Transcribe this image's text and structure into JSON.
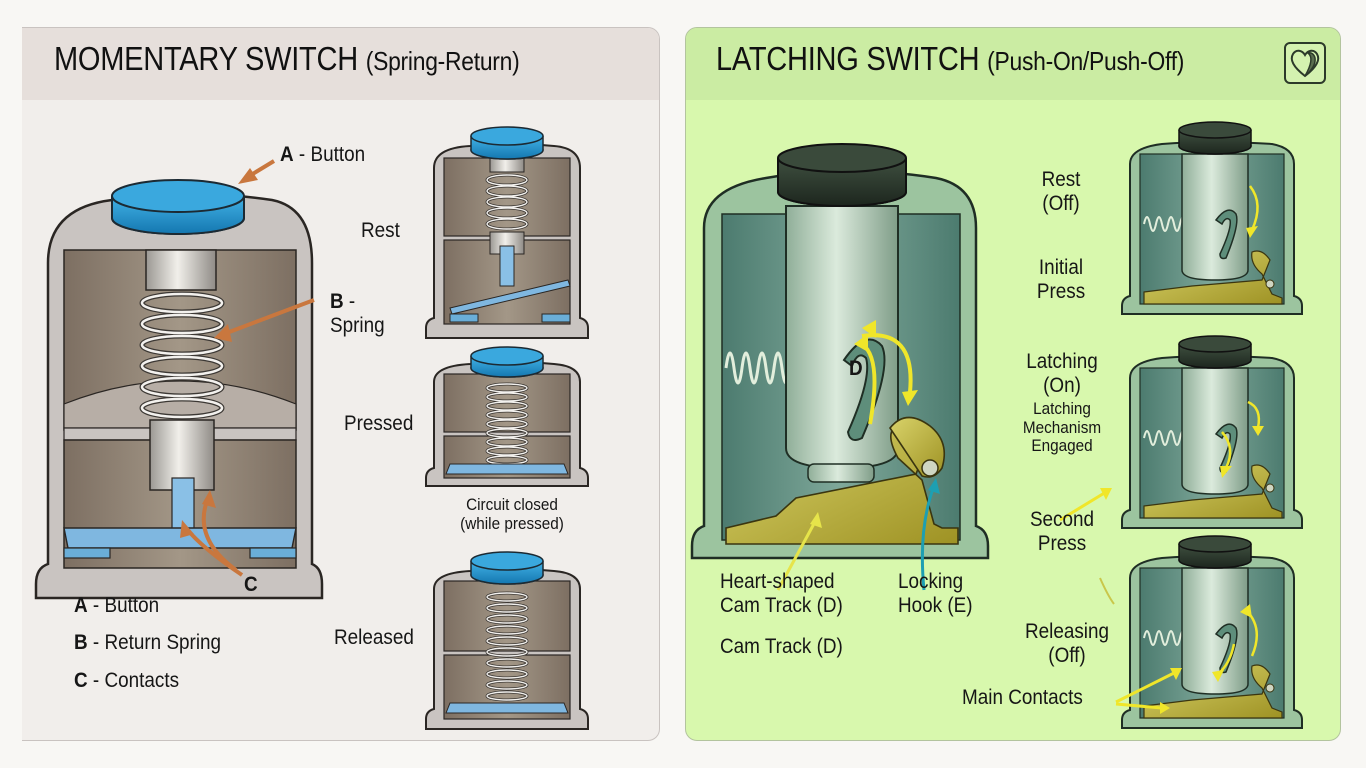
{
  "momentary": {
    "title_main": "MOMENTARY SWITCH",
    "title_sub": "(Spring-Return)",
    "callouts": {
      "a_letter": "A",
      "a_text": "- Button",
      "b_letter": "B",
      "b_text": "-",
      "b_text2": "Spring",
      "c_letter": "C"
    },
    "legend": [
      {
        "letter": "A",
        "text": "- Button"
      },
      {
        "letter": "B",
        "text": "- Return Spring"
      },
      {
        "letter": "C",
        "text": "- Contacts"
      }
    ],
    "states": [
      {
        "label": "Rest"
      },
      {
        "label": "Pressed",
        "caption_line1": "Circuit closed",
        "caption_line2": "(while pressed)"
      },
      {
        "label": "Released"
      }
    ],
    "colors": {
      "button": "#1e8fc8",
      "housing": "#c8c3c0",
      "interior": "#8f8274",
      "contact": "#6aaed8",
      "arrow": "#c9773e"
    }
  },
  "latching": {
    "title_main": "LATCHING SWITCH",
    "title_sub": "(Push-On/Push-Off)",
    "badge_icon": "heart-icon",
    "main_label_d": "D",
    "callouts": {
      "cam_line1": "Heart-shaped",
      "cam_line2": "Cam Track (D)",
      "cam_line3": "Cam Track (D)",
      "hook_line1": "Locking",
      "hook_line2": "Hook (E)"
    },
    "states": [
      {
        "label_line1": "Rest",
        "label_line2": "(Off)"
      },
      {
        "label_line1": "Initial",
        "label_line2": "Press"
      },
      {
        "label_line1": "Latching",
        "label_line2": "(On)",
        "note_line1": "Latching",
        "note_line2": "Mechanism",
        "note_line3": "Engaged"
      },
      {
        "label_line1": "Second",
        "label_line2": "Press"
      },
      {
        "label_line1": "Releasing",
        "label_line2": "(Off)"
      }
    ],
    "main_contacts_label": "Main Contacts",
    "colors": {
      "button": "#2b3a2c",
      "housing": "#9cc49f",
      "interior": "#4f7f72",
      "hook": "#b9b23c",
      "arrow": "#f0e62a",
      "hook_arrow": "#1d9fb2"
    }
  }
}
